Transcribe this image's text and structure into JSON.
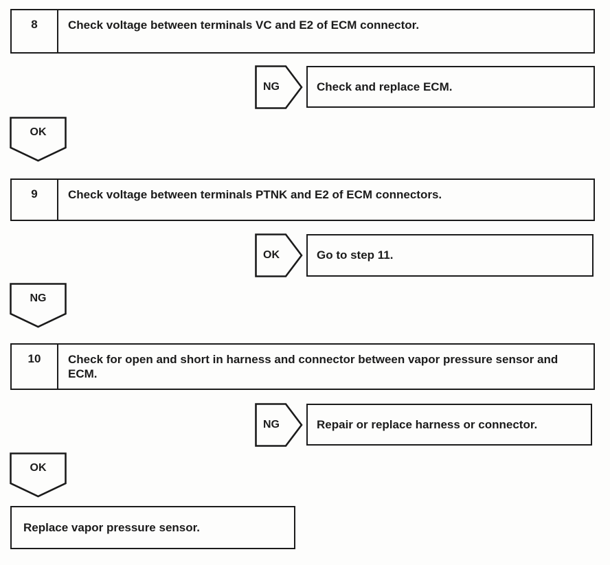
{
  "colors": {
    "ink": "#1b1b1b",
    "paper": "#fdfdfc"
  },
  "steps": [
    {
      "number": "8",
      "text": "Check voltage between terminals VC and E2 of ECM connector."
    },
    {
      "number": "9",
      "text": "Check voltage between terminals PTNK and E2 of ECM connectors."
    },
    {
      "number": "10",
      "text": "Check for open and short in harness and connector between vapor pressure sensor and ECM."
    }
  ],
  "branches": [
    {
      "label": "NG",
      "result": "Check and replace ECM."
    },
    {
      "label": "OK",
      "result": "Go to step 11."
    },
    {
      "label": "NG",
      "result": "Repair or replace harness or connector."
    }
  ],
  "connectors": [
    {
      "label": "OK"
    },
    {
      "label": "NG"
    },
    {
      "label": "OK"
    }
  ],
  "final_action": {
    "text": "Replace vapor pressure sensor."
  }
}
